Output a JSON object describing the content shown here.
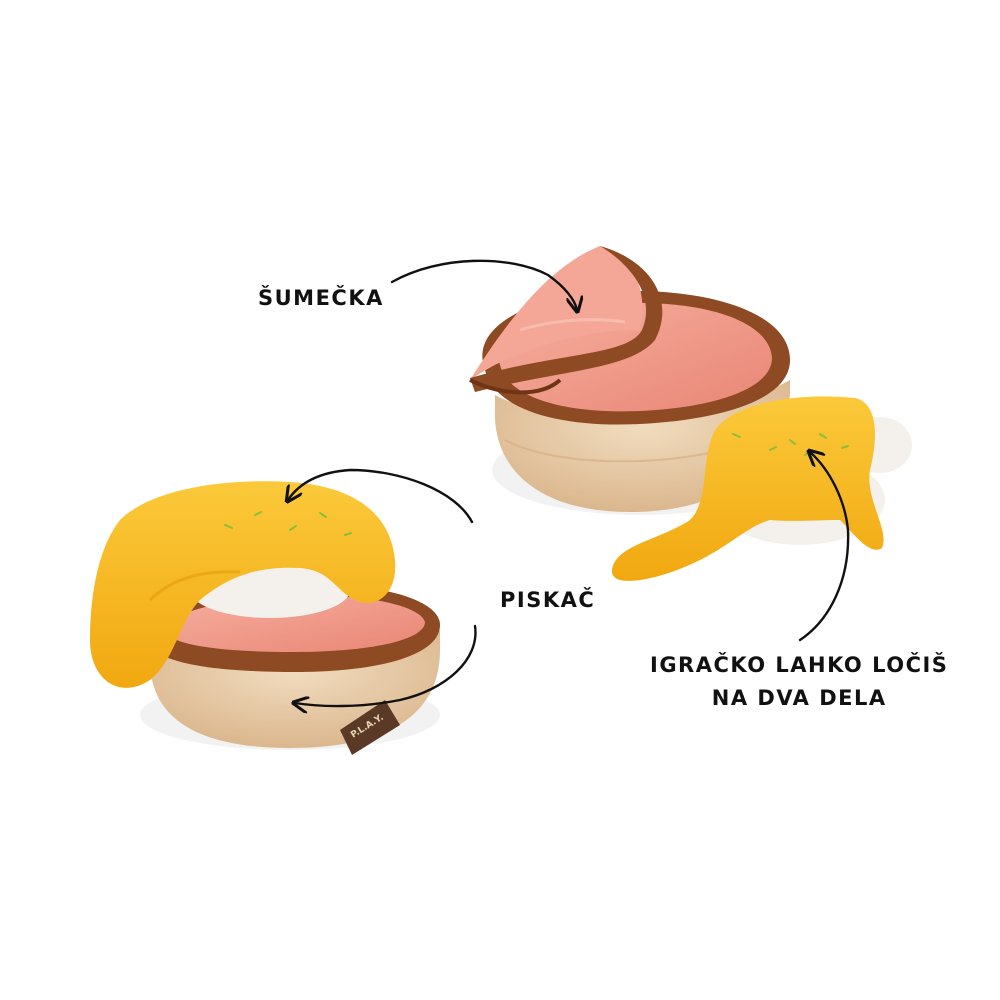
{
  "labels": {
    "sumecka": "ŠUMEČKA",
    "piskac": "PISKAČ",
    "detach_line1": "IGRAČKO LAHKO LOČIŠ",
    "detach_line2": "NA DVA DELA"
  },
  "brand_tag_text": "P.L.A.Y.",
  "colors": {
    "bun": "#e9c9a2",
    "ham": "#f0998a",
    "ham_rind": "#8e4a22",
    "egg_yolk": "#f7b81f",
    "egg_white": "#f4f1ec",
    "tag": "#5a3a26"
  },
  "icons": [
    "curved-arrow-icon"
  ]
}
